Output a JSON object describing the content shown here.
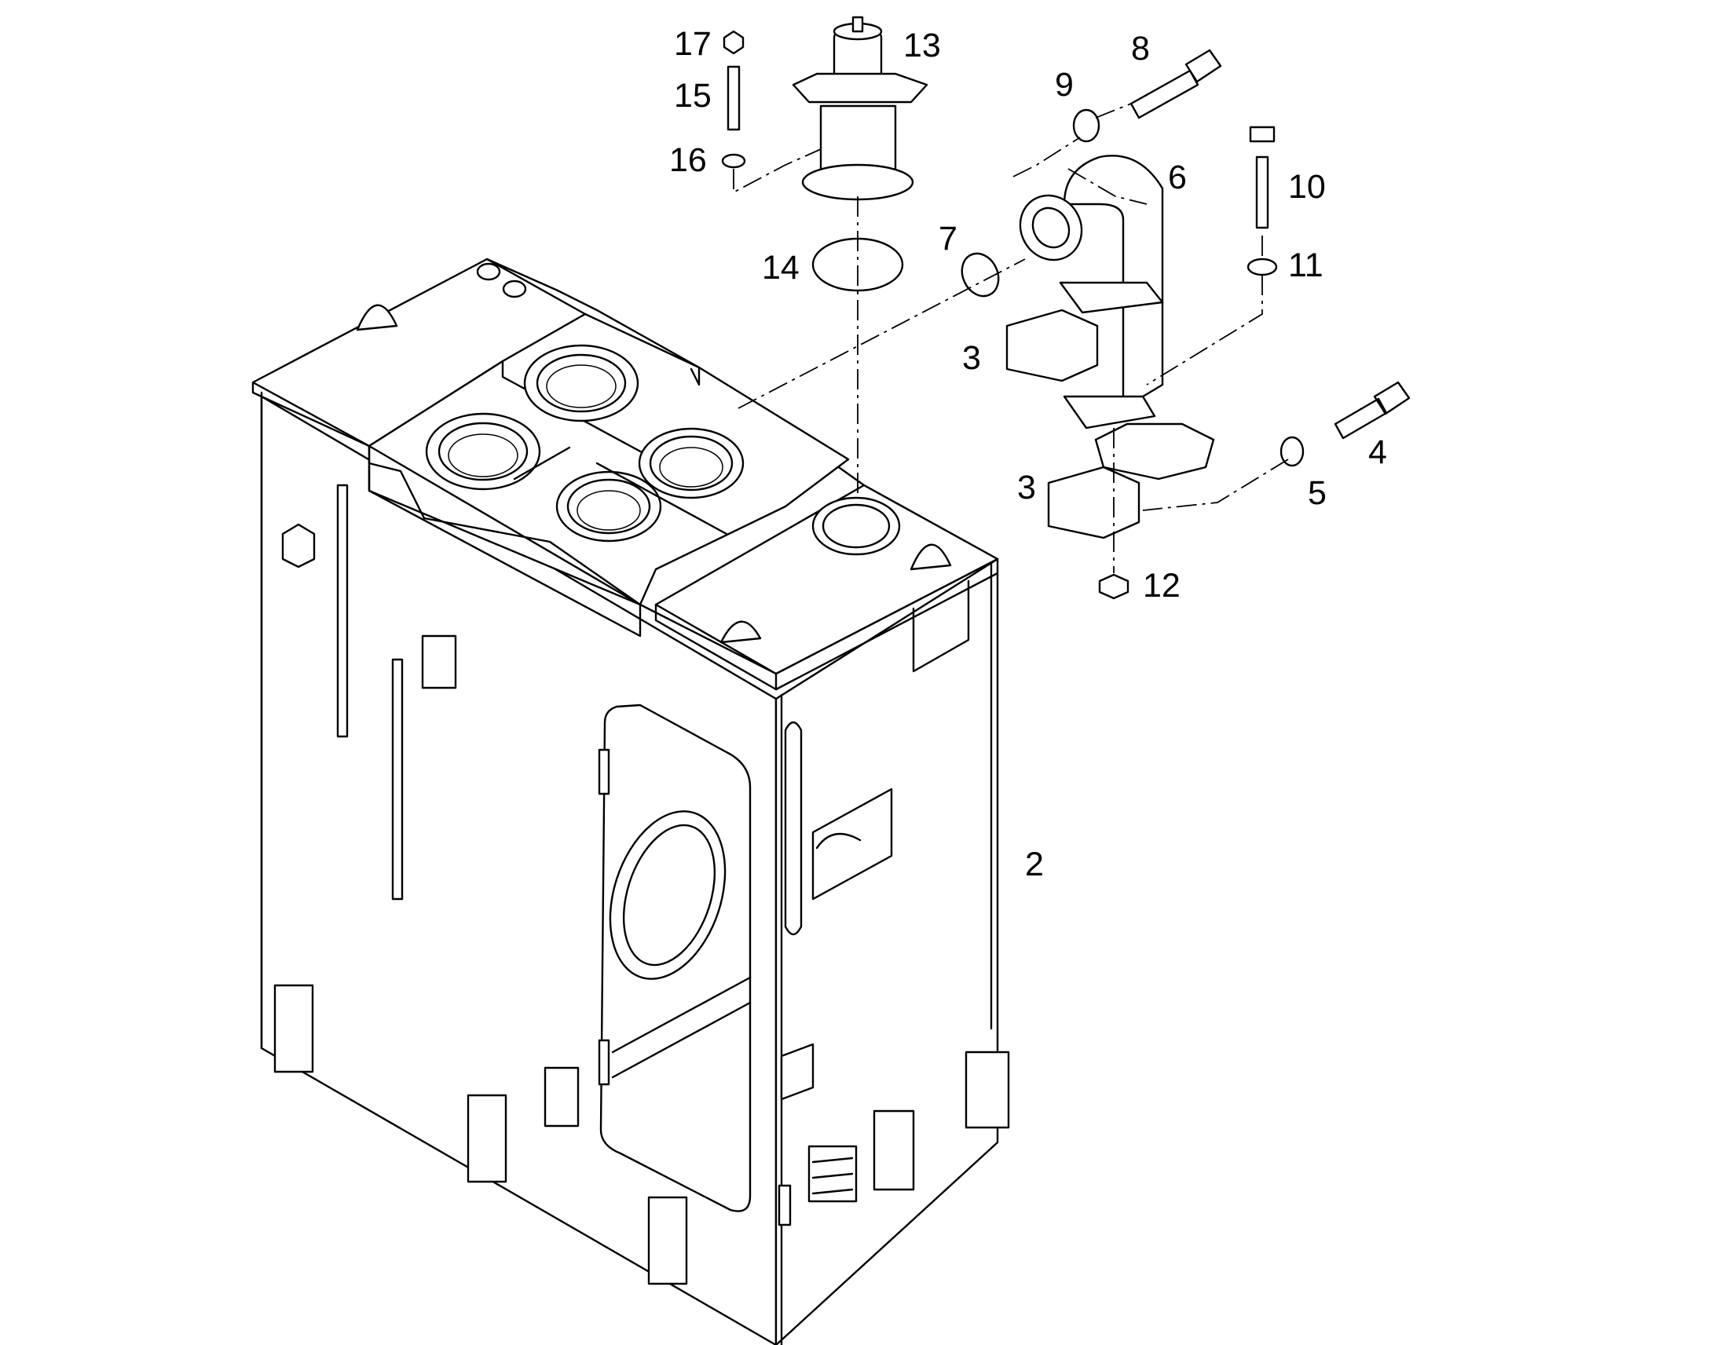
{
  "callouts": [
    {
      "id": "c17",
      "text": "17"
    },
    {
      "id": "c13",
      "text": "13"
    },
    {
      "id": "c8",
      "text": "8"
    },
    {
      "id": "c9",
      "text": "9"
    },
    {
      "id": "c15",
      "text": "15"
    },
    {
      "id": "c16",
      "text": "16"
    },
    {
      "id": "c6",
      "text": "6"
    },
    {
      "id": "c10",
      "text": "10"
    },
    {
      "id": "c7",
      "text": "7"
    },
    {
      "id": "c14",
      "text": "14"
    },
    {
      "id": "c11",
      "text": "11"
    },
    {
      "id": "c3a",
      "text": "3"
    },
    {
      "id": "c4",
      "text": "4"
    },
    {
      "id": "c3b",
      "text": "3"
    },
    {
      "id": "c5",
      "text": "5"
    },
    {
      "id": "c12",
      "text": "12"
    },
    {
      "id": "c2",
      "text": "2"
    }
  ]
}
